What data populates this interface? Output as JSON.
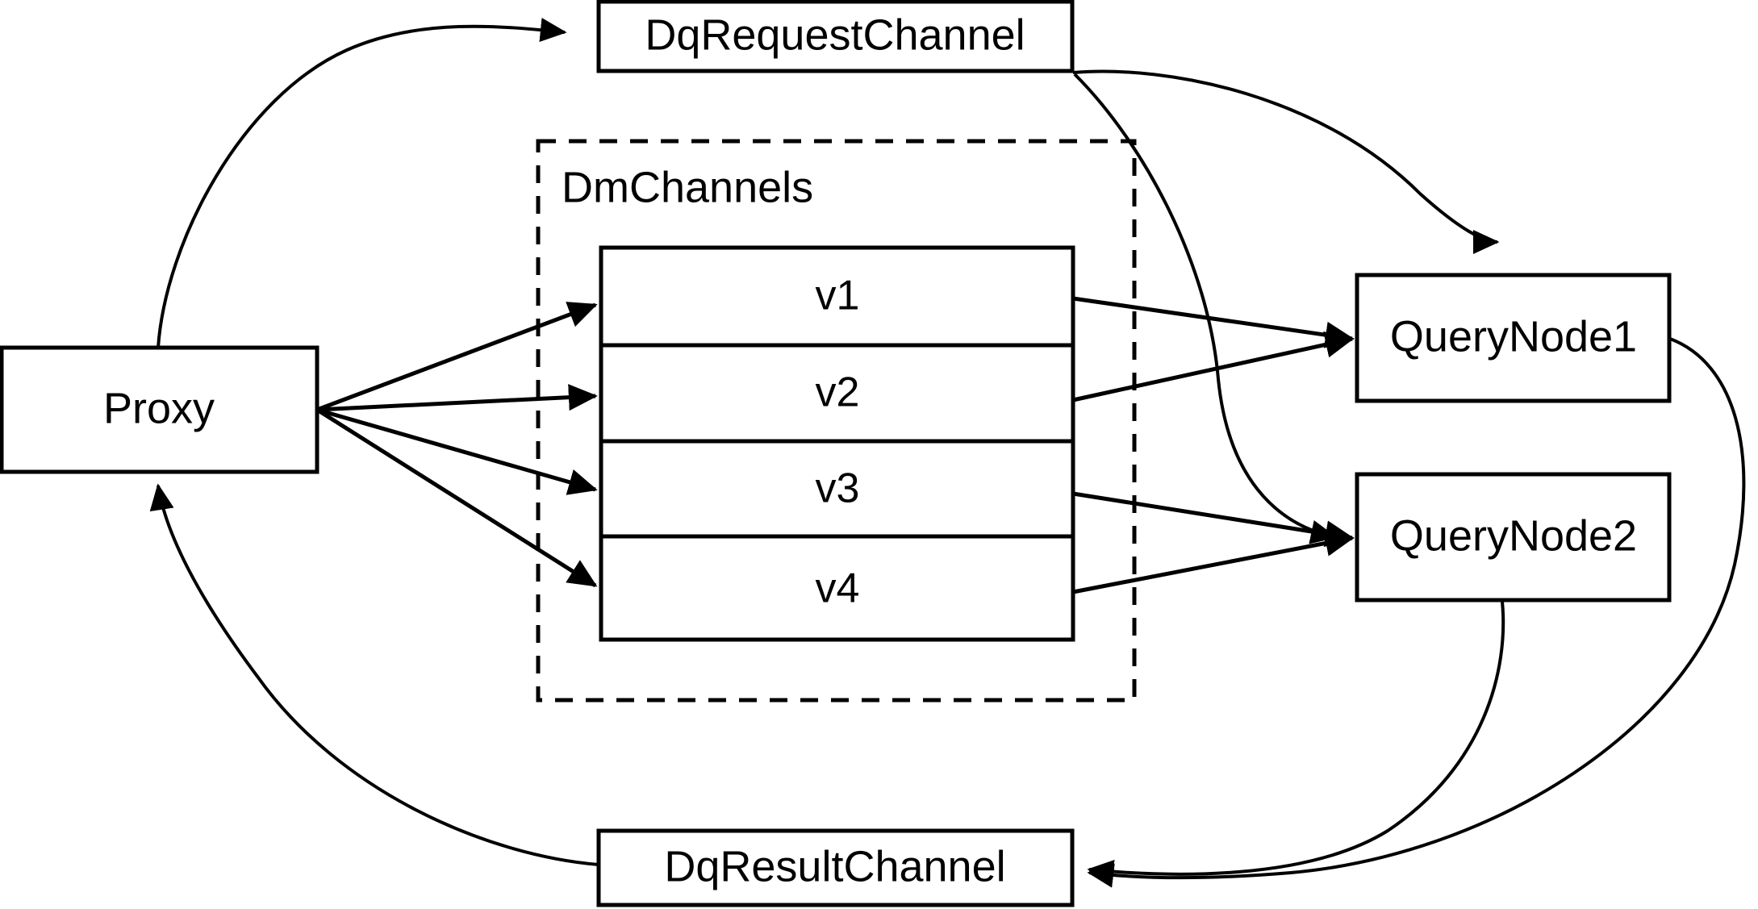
{
  "diagram": {
    "title": "Milvus distributed query channel flow",
    "background_color": "#ffffff",
    "stroke_color": "#000000",
    "nodes": {
      "dq_request_channel": {
        "label": "DqRequestChannel"
      },
      "dq_result_channel": {
        "label": "DqResultChannel"
      },
      "proxy": {
        "label": "Proxy"
      },
      "query_node_1": {
        "label": "QueryNode1"
      },
      "query_node_2": {
        "label": "QueryNode2"
      }
    },
    "group": {
      "label": "DmChannels",
      "style": "dashed"
    },
    "channels": [
      {
        "label": "v1"
      },
      {
        "label": "v2"
      },
      {
        "label": "v3"
      },
      {
        "label": "v4"
      }
    ],
    "edges": [
      {
        "from": "Proxy",
        "to": "DqRequestChannel",
        "style": "curved",
        "arrow": "to"
      },
      {
        "from": "Proxy",
        "to": "v1",
        "style": "straight",
        "arrow": "to"
      },
      {
        "from": "Proxy",
        "to": "v2",
        "style": "straight",
        "arrow": "to"
      },
      {
        "from": "Proxy",
        "to": "v3",
        "style": "straight",
        "arrow": "to"
      },
      {
        "from": "Proxy",
        "to": "v4",
        "style": "straight",
        "arrow": "to"
      },
      {
        "from": "v1",
        "to": "QueryNode1",
        "style": "straight",
        "arrow": "to"
      },
      {
        "from": "v2",
        "to": "QueryNode1",
        "style": "straight",
        "arrow": "to"
      },
      {
        "from": "v3",
        "to": "QueryNode2",
        "style": "straight",
        "arrow": "to"
      },
      {
        "from": "v4",
        "to": "QueryNode2",
        "style": "straight",
        "arrow": "to"
      },
      {
        "from": "DqRequestChannel",
        "to": "QueryNode1",
        "style": "curved",
        "arrow": "to"
      },
      {
        "from": "DqRequestChannel",
        "to": "QueryNode2",
        "style": "curved",
        "arrow": "to"
      },
      {
        "from": "QueryNode1",
        "to": "DqResultChannel",
        "style": "curved",
        "arrow": "to"
      },
      {
        "from": "QueryNode2",
        "to": "DqResultChannel",
        "style": "curved",
        "arrow": "to"
      },
      {
        "from": "DqResultChannel",
        "to": "Proxy",
        "style": "curved",
        "arrow": "to"
      }
    ]
  }
}
